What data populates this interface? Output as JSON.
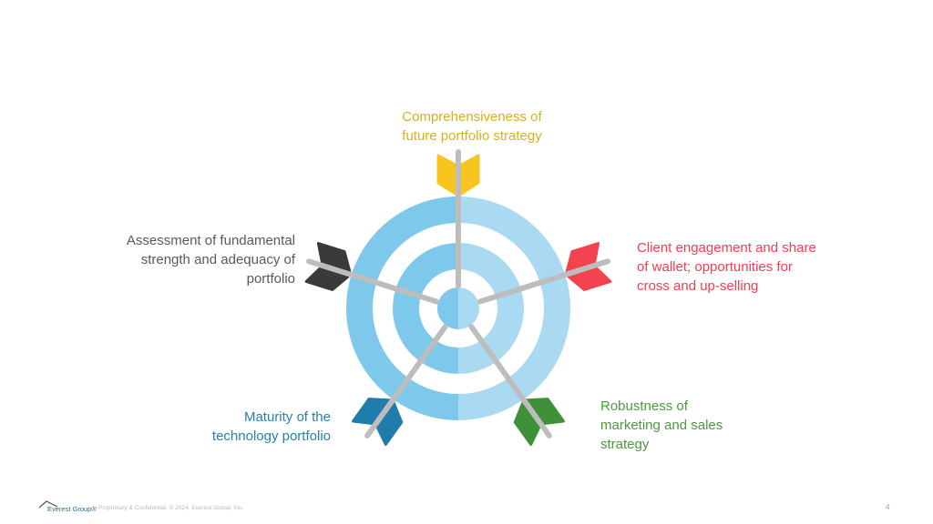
{
  "diagram": {
    "type": "target-with-arrows",
    "target_colors": {
      "left_half": "#7EC8EC",
      "right_half": "#A9DAF2",
      "gap": "#FFFFFF",
      "shaft": "#BDBDBD"
    },
    "arrows": [
      {
        "id": "top",
        "label": "Comprehensiveness of\nfuture portfolio strategy",
        "color": "#F7C51E",
        "text_color": "#D7B11C"
      },
      {
        "id": "right",
        "label": "Client engagement  and share\nof wallet; opportunities for\ncross and up-selling",
        "color": "#F2434F",
        "text_color": "#EF3F53"
      },
      {
        "id": "bottom-right",
        "label": "Robustness of\nmarketing  and sales\nstrategy",
        "color": "#3E9139",
        "text_color": "#4C9A3F"
      },
      {
        "id": "bottom-left",
        "label": "Maturity of the\ntechnology portfolio",
        "color": "#1F7CAB",
        "text_color": "#2A7FAD"
      },
      {
        "id": "left",
        "label": "Assessment of fundamental\nstrength and adequacy of\nportfolio",
        "color": "#3A3A3A",
        "text_color": "#595959"
      }
    ]
  },
  "footer": {
    "logo_text": "Everest Group®",
    "confidentiality": "Proprietary & Confidential. © 2024, Everest Global, Inc.",
    "page_number": "4"
  }
}
